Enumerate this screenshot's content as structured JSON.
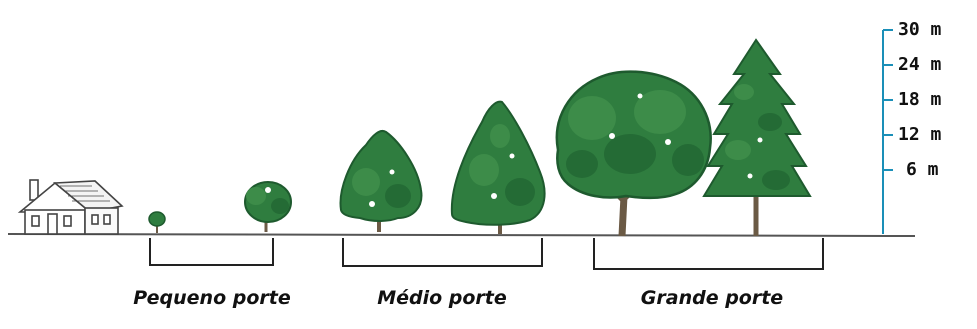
{
  "scale": {
    "ticks": [
      "30 m",
      "24 m",
      "18 m",
      "12 m",
      "6 m"
    ]
  },
  "categories": [
    {
      "label": "Pequeno porte"
    },
    {
      "label": "Médio porte"
    },
    {
      "label": "Grande porte"
    }
  ],
  "colors": {
    "scale_axis": "#1a8fb8",
    "foliage_dark": "#1e5a2e",
    "foliage_mid": "#2f7d3f",
    "foliage_light": "#4a9a55",
    "trunk": "#6b5a45",
    "ground": "#555555",
    "house": "#444444"
  }
}
